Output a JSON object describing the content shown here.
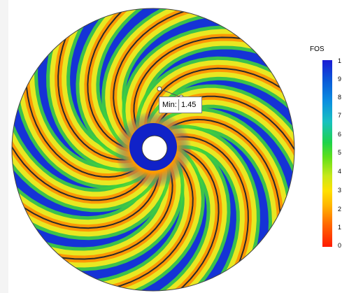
{
  "callout": {
    "label": "Min:",
    "value": "1.45"
  },
  "legend": {
    "title": "FOS",
    "ticks": [
      "1",
      "9",
      "8",
      "7",
      "6",
      "5",
      "4",
      "3",
      "2",
      "1",
      "0"
    ]
  },
  "colors": {
    "background": "#ffffff",
    "disc_blue": "#1533d6",
    "band_yellow": "#e8e822",
    "band_green": "#3fd23c",
    "band_orange": "#ff8a00",
    "hub_blue": "#1022c8"
  }
}
